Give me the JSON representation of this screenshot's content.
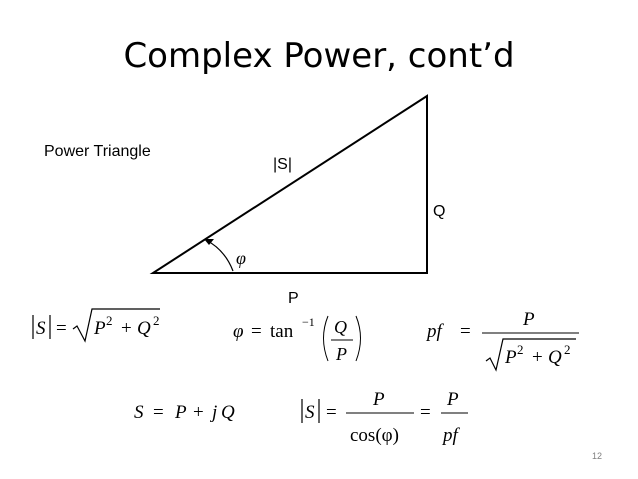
{
  "slide": {
    "title": "Complex Power, cont’d",
    "section_label": "Power Triangle",
    "page_number": "12"
  },
  "triangle": {
    "hypotenuse_label": "|S|",
    "vertical_label": "Q",
    "base_label": "P",
    "angle_symbol": "φ"
  },
  "equations": {
    "magnitude": {
      "lhs": "S",
      "eq": "=",
      "radicand_a": "P",
      "exp_a": "2",
      "plus": "+",
      "radicand_b": "Q",
      "exp_b": "2"
    },
    "angle": {
      "lhs": "φ",
      "eq": "=",
      "func": "tan",
      "exp": "−1",
      "num": "Q",
      "den": "P"
    },
    "pf": {
      "lhs": "pf",
      "eq": "=",
      "num": "P",
      "den_a": "P",
      "exp_a": "2",
      "plus": "+",
      "den_b": "Q",
      "exp_b": "2"
    },
    "complex": {
      "lhs": "S",
      "eq": "=",
      "a": "P",
      "plus": "+",
      "j": "j",
      "b": "Q"
    },
    "ratio": {
      "lhs": "S",
      "eq1": "=",
      "num1": "P",
      "den1": "cos(φ)",
      "eq2": "=",
      "num2": "P",
      "den2": "pf"
    }
  }
}
